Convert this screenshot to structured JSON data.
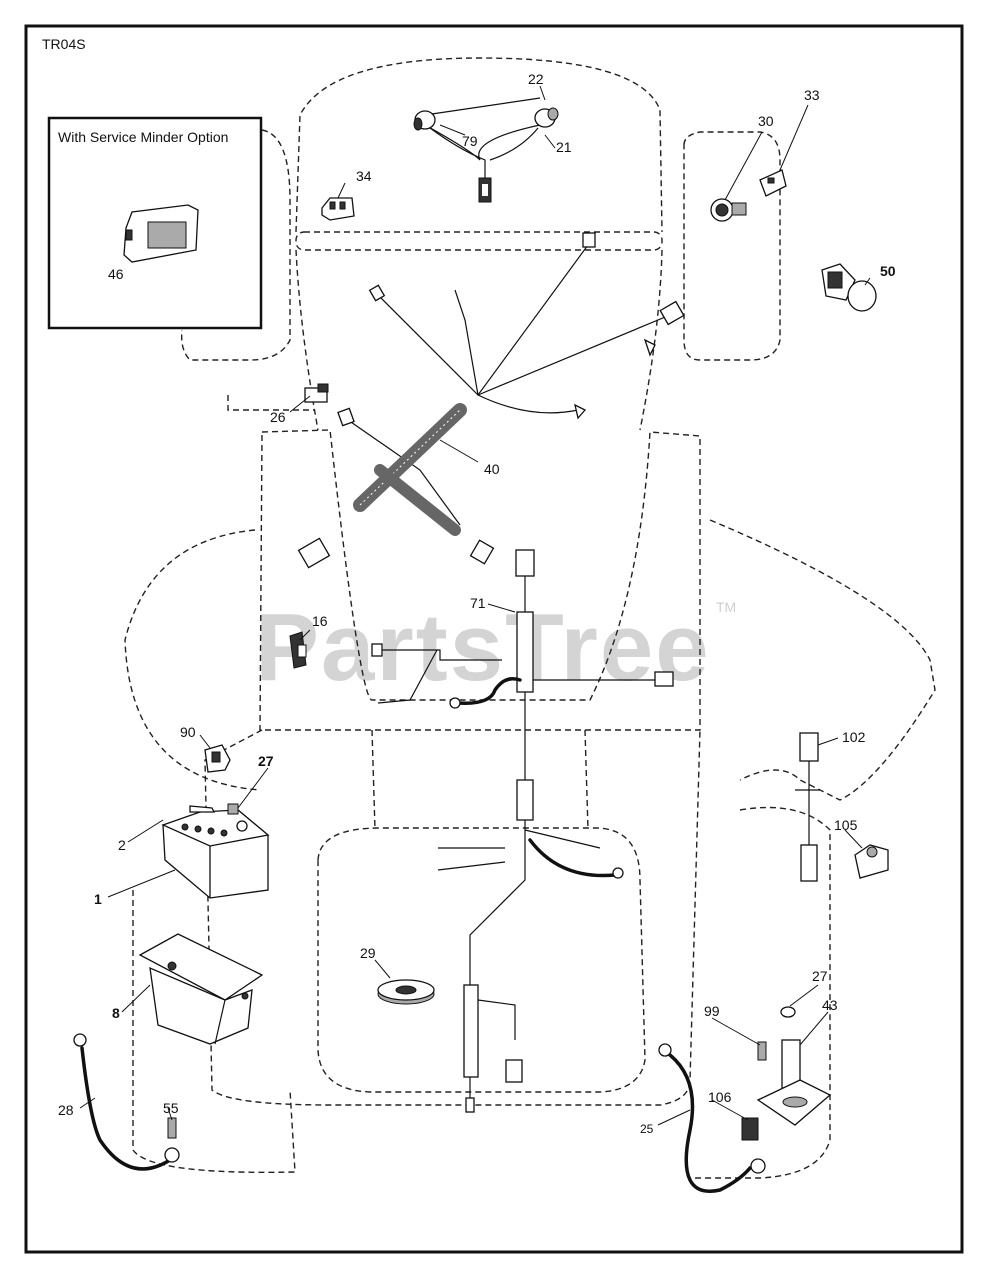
{
  "diagram": {
    "code": "TR04S",
    "inset_title": "With Service Minder Option",
    "watermark": "PartsTree",
    "watermark_tm": "TM",
    "callouts": {
      "c1": "1",
      "c2": "2",
      "c8": "8",
      "c16": "16",
      "c21": "21",
      "c22": "22",
      "c25": "25",
      "c26": "26",
      "c27a": "27",
      "c27b": "27",
      "c28": "28",
      "c29": "29",
      "c30": "30",
      "c33": "33",
      "c34": "34",
      "c40": "40",
      "c43": "43",
      "c46": "46",
      "c50": "50",
      "c55": "55",
      "c71": "71",
      "c79": "79",
      "c90": "90",
      "c99": "99",
      "c102": "102",
      "c105": "105",
      "c106": "106"
    }
  }
}
